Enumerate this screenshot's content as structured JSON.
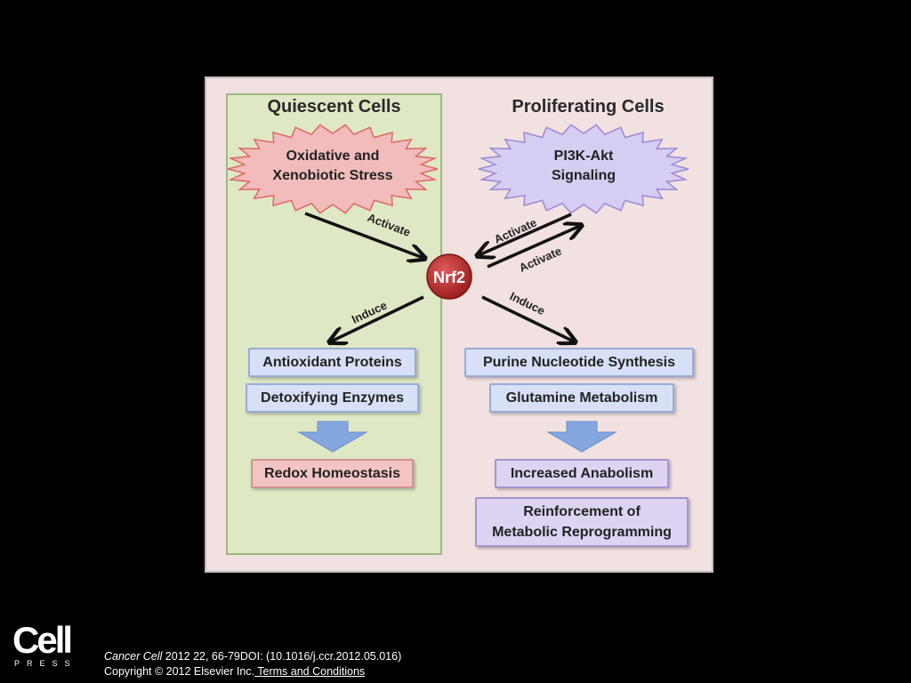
{
  "diagram": {
    "left_title": "Quiescent Cells",
    "right_title": "Proliferating Cells",
    "left_trigger": [
      "Oxidative and",
      "Xenobiotic Stress"
    ],
    "right_trigger": [
      "PI3K-Akt",
      "Signaling"
    ],
    "center_node": "Nrf2",
    "arrow_labels": {
      "left_activate": "Activate",
      "right_activate_top": "Activate",
      "right_activate_bottom": "Activate",
      "left_induce": "Induce",
      "right_induce": "Induce"
    },
    "left_outputs": [
      "Antioxidant Proteins",
      "Detoxifying Enzymes"
    ],
    "left_result": "Redox Homeostasis",
    "right_outputs": [
      "Purine Nucleotide Synthesis",
      "Glutamine Metabolism"
    ],
    "right_results": [
      "Increased Anabolism",
      "Reinforcement of",
      "Metabolic Reprogramming"
    ],
    "colors": {
      "left_panel": "#dfe8c4",
      "figure_bg": "#f1e1e0",
      "nrf2": "#b22a2a",
      "stress_burst": "#f2bcbc",
      "signal_burst": "#d6cdf2",
      "down_arrow": "#84a7e0"
    }
  },
  "footer": {
    "logo_main": "Cell",
    "logo_sub": "PRESS",
    "journal": "Cancer Cell",
    "citation": " 2012 22, 66-79DOI: (10.1016/j.ccr.2012.05.016)",
    "copyright": "Copyright © 2012 Elsevier Inc.",
    "terms_link": " Terms and Conditions"
  }
}
